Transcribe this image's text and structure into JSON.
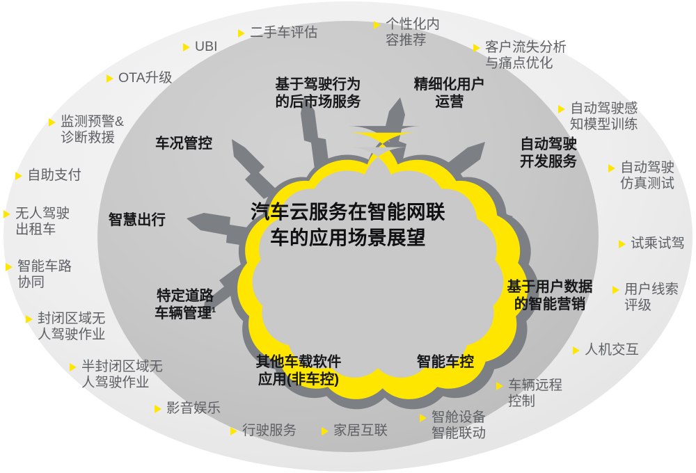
{
  "diagram": {
    "title": "汽车云服务在智能网联车的应用场景展望",
    "center_label": "汽车云服务在智能网联\n车的应用场景展望",
    "colors": {
      "accent_yellow": "#FFE600",
      "arrow_gray": "#7c8085",
      "inner_ring": "#c9c9c9",
      "outer_ring": "#ededed",
      "inner_text": "#17181a",
      "outer_text": "#5c5f63",
      "background": "#ffffff"
    },
    "inner_ring_items": [
      {
        "label": "基于驾驶行为\n的后市场服务"
      },
      {
        "label": "精细化用户\n运营"
      },
      {
        "label": "车况管控"
      },
      {
        "label": "自动驾驶\n开发服务"
      },
      {
        "label": "智慧出行"
      },
      {
        "label": "特定道路\n车辆管理",
        "superscript": "1"
      },
      {
        "label": "基于用户数据\n的智能营销"
      },
      {
        "label": "其他车载软件\n应用(非车控)"
      },
      {
        "label": "智能车控"
      }
    ],
    "outer_ring_items": [
      {
        "label": "UBI"
      },
      {
        "label": "二手车评估"
      },
      {
        "label": "个性化内\n容推荐"
      },
      {
        "label": "客户流失分析\n与痛点优化"
      },
      {
        "label": "OTA升级"
      },
      {
        "label": "自动驾驶感\n知模型训练"
      },
      {
        "label": "监测预警&\n诊断救援"
      },
      {
        "label": "自动驾驶\n仿真测试"
      },
      {
        "label": "自助支付"
      },
      {
        "label": "试乘试驾"
      },
      {
        "label": "无人驾驶\n出租车"
      },
      {
        "label": "用户线索\n评级"
      },
      {
        "label": "智能车路\n协同"
      },
      {
        "label": "封闭区域无\n人驾驶作业"
      },
      {
        "label": "人机交互"
      },
      {
        "label": "半封闭区域无\n人驾驶作业"
      },
      {
        "label": "车辆远程\n控制"
      },
      {
        "label": "影音娱乐"
      },
      {
        "label": "行驶服务"
      },
      {
        "label": "家居互联"
      },
      {
        "label": "智舱设备\n智能联动"
      }
    ]
  }
}
